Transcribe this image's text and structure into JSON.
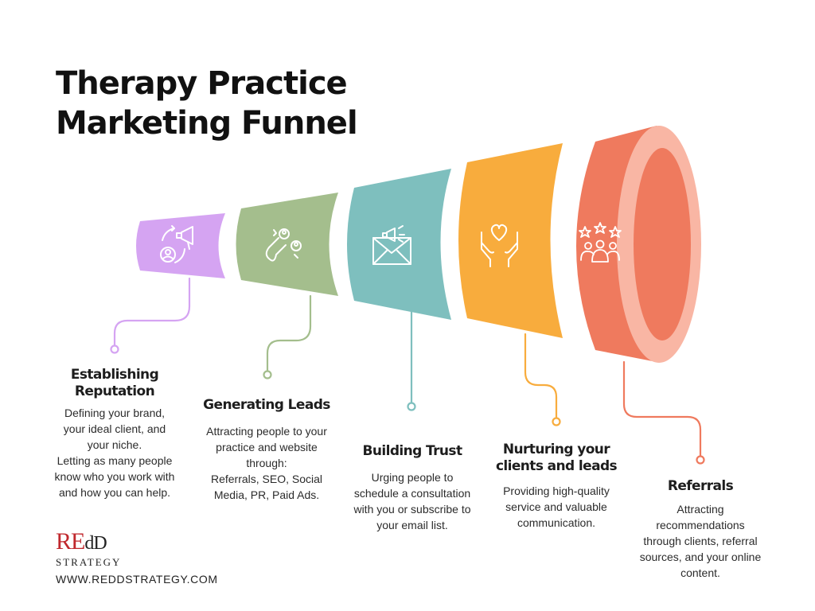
{
  "title": "Therapy Practice Marketing Funnel",
  "colors": {
    "reputation": "#d5a4f2",
    "leads": "#a4be8d",
    "trust": "#7ebfbe",
    "nurturing": "#f8ac3d",
    "referrals": "#ef7a5e",
    "referrals_rim": "#f9b6a4",
    "brand_red": "#c0282d"
  },
  "stages": [
    {
      "heading": "Establishing Reputation",
      "description": [
        "Defining your brand,",
        "your ideal client, and",
        "your niche.",
        "Letting as many people",
        "know who you work with",
        "and how you can help."
      ],
      "icon": "megaphone-cycle-icon"
    },
    {
      "heading": "Generating Leads",
      "description": [
        "Attracting people to your",
        "practice and website",
        "through:",
        "Referrals, SEO, Social",
        "Media, PR, Paid Ads."
      ],
      "icon": "magnet-people-icon"
    },
    {
      "heading": "Building Trust",
      "description": [
        "Urging people to",
        "schedule a consultation",
        "with you or subscribe to",
        "your email list."
      ],
      "icon": "email-megaphone-icon"
    },
    {
      "heading": "Nurturing your clients and leads",
      "description": [
        "Providing high-quality",
        "service and valuable",
        "communication."
      ],
      "icon": "hands-heart-icon"
    },
    {
      "heading": "Referrals",
      "description": [
        "Attracting",
        "recommendations",
        "through clients, referral",
        "sources, and your online",
        "content."
      ],
      "icon": "stars-group-icon"
    }
  ],
  "brand": {
    "logo_text_1": "RE",
    "logo_text_2": "dD",
    "logo_sub": "STRATEGY",
    "website": "WWW.REDDSTRATEGY.COM"
  }
}
